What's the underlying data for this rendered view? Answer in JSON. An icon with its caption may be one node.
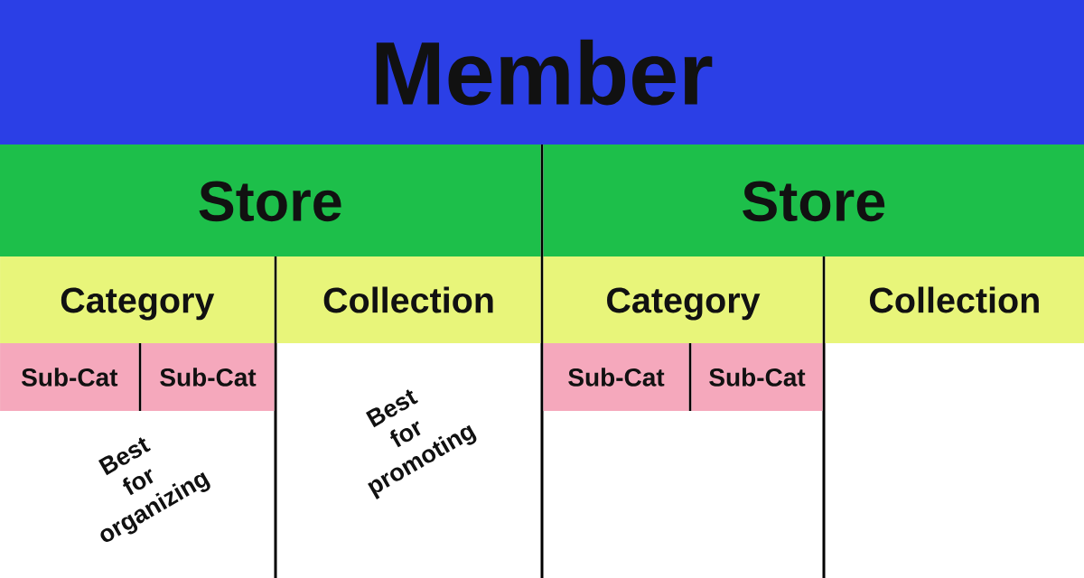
{
  "diagram": {
    "nodes": [
      {
        "text": [
          "Member"
        ]
      },
      {
        "text": [
          "Store"
        ]
      },
      {
        "text": [
          "Store"
        ]
      },
      {
        "text": [
          "Category"
        ]
      },
      {
        "text": [
          "Collection"
        ]
      },
      {
        "text": [
          "Category"
        ]
      },
      {
        "text": [
          "Collection"
        ]
      },
      {
        "text": [
          "Sub-Cat"
        ]
      },
      {
        "text": [
          "Sub-Cat"
        ]
      },
      {
        "text": [
          "Sub-Cat"
        ]
      },
      {
        "text": [
          "Sub-Cat"
        ]
      }
    ],
    "labels": [
      "Best for organizing",
      "Best for promoting"
    ]
  }
}
